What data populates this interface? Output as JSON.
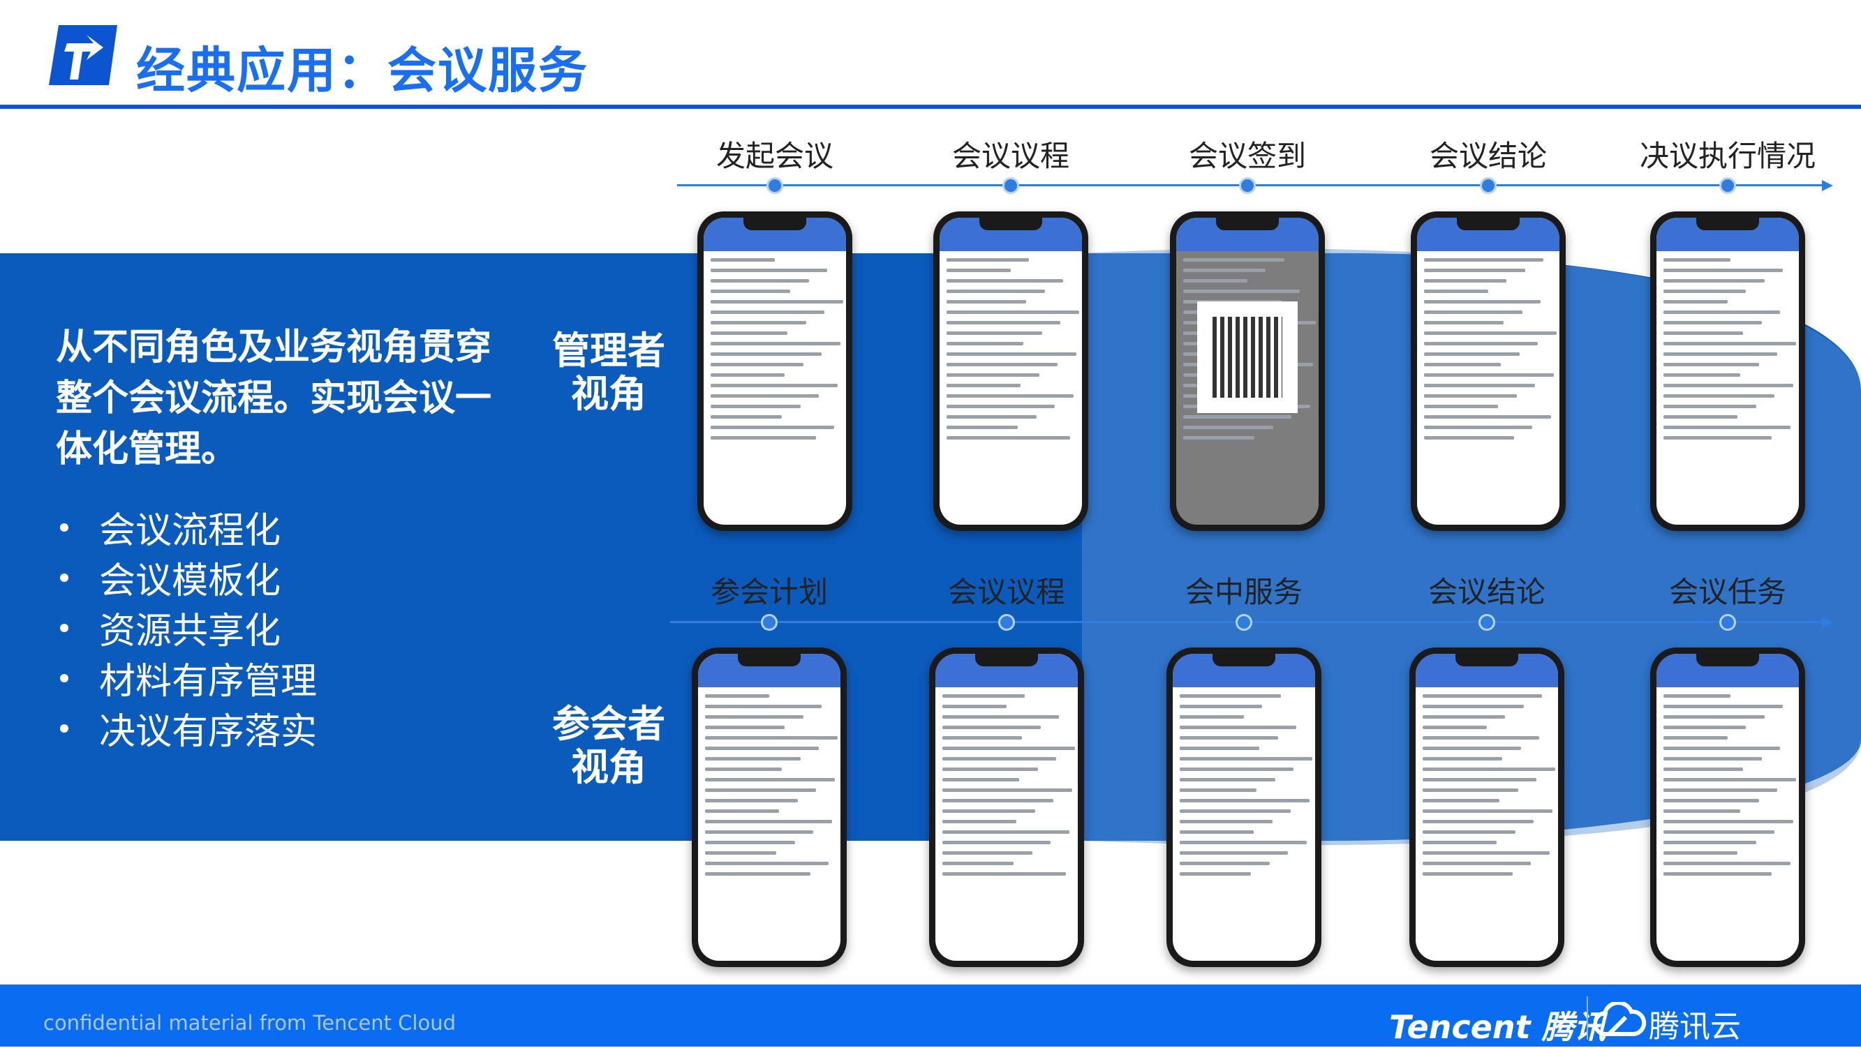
{
  "header": {
    "title": "经典应用：会议服务",
    "logo_icon": "tencent-t-logo"
  },
  "intro": {
    "text": "从不同角色及业务视角贯穿整个会议流程。实现会议一体化管理。",
    "bullets": [
      "会议流程化",
      "会议模板化",
      "资源共享化",
      "材料有序管理",
      "决议有序落实"
    ]
  },
  "manager": {
    "role": "管理者\n视角",
    "steps": [
      "发起会议",
      "会议议程",
      "会议签到",
      "会议结论",
      "决议执行情况"
    ]
  },
  "attendee": {
    "role": "参会者\n视角",
    "steps": [
      "参会计划",
      "会议议程",
      "会中服务",
      "会议结论",
      "会议任务"
    ]
  },
  "footer": {
    "confidential": "confidential material from Tencent Cloud",
    "brand": "Tencent 腾讯",
    "cloud_brand": "腾讯云"
  },
  "colors": {
    "accent": "#1a6ff0",
    "band": "#0b5bbd",
    "footer": "#0a6cf0"
  }
}
